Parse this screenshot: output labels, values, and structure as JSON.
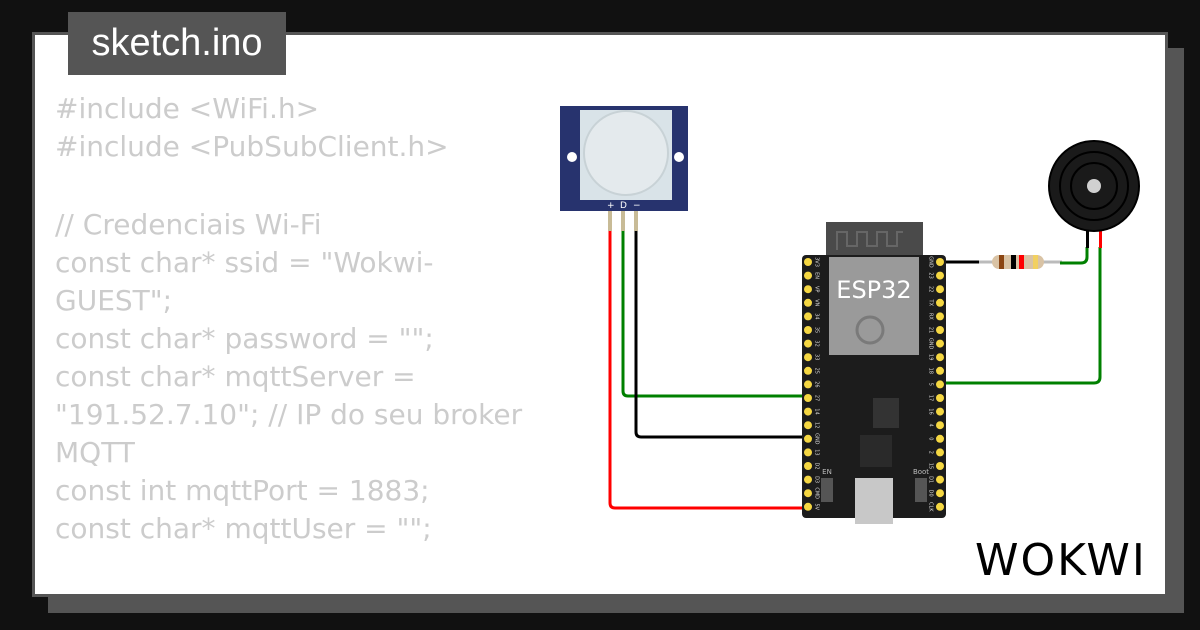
{
  "tab": {
    "filename": "sketch.ino"
  },
  "code_lines": [
    "#include <WiFi.h>",
    "#include <PubSubClient.h>",
    "",
    "",
    "// Credenciais Wi-Fi",
    "const char* ssid = \"Wokwi-GUEST\";",
    "const char* password = \"\";",
    "const char* mqttServer = \"191.52.7.10\"; // IP do seu broker MQTT",
    "const int mqttPort = 1883;",
    "const char* mqttUser = \"\";"
  ],
  "components": {
    "pir": {
      "pin_labels": [
        "+",
        "D",
        "−"
      ],
      "color": "#27336e"
    },
    "esp32": {
      "label": "ESP32",
      "left_pins": [
        "3V3",
        "EN",
        "VP",
        "VN",
        "34",
        "35",
        "32",
        "33",
        "25",
        "26",
        "27",
        "14",
        "12",
        "GND",
        "13",
        "D2",
        "D3",
        "CMD",
        "5V"
      ],
      "right_pins": [
        "GND",
        "23",
        "22",
        "TX",
        "RX",
        "21",
        "GND",
        "19",
        "18",
        "5",
        "17",
        "16",
        "4",
        "0",
        "2",
        "15",
        "D1",
        "D0",
        "CLK"
      ],
      "en_label": "EN",
      "boot_label": "Boot"
    },
    "resistor": {
      "bands": [
        "#8b4513",
        "#000000",
        "#ff0000",
        "#f2d060"
      ]
    },
    "buzzer": {}
  },
  "wire_colors": {
    "power": "#ff0000",
    "signal": "#008000",
    "ground": "#000000"
  },
  "brand": {
    "logo": "WOKWI"
  }
}
